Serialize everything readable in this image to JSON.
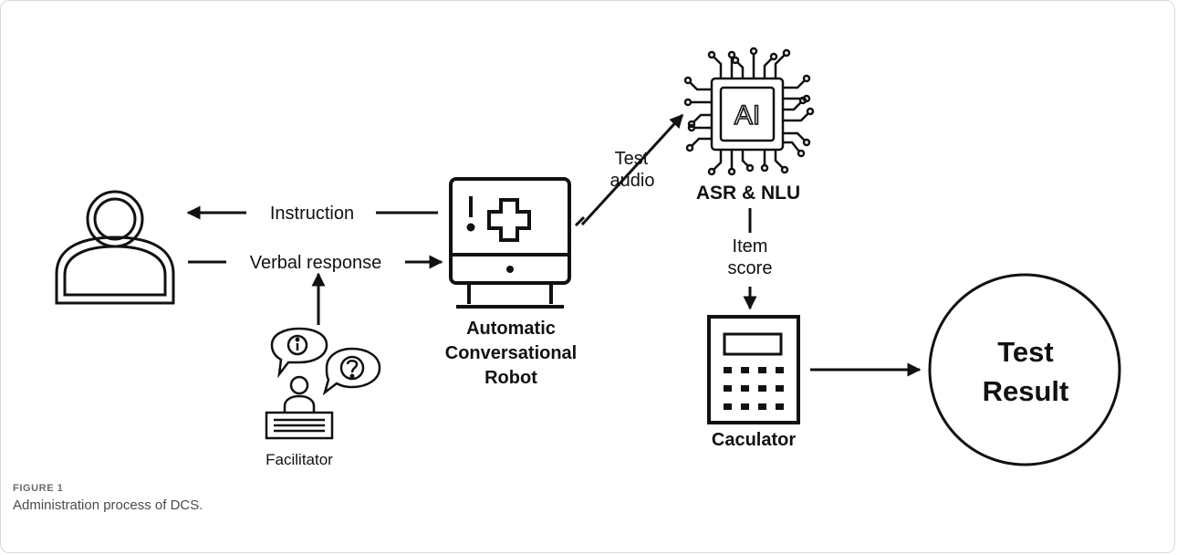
{
  "diagram": {
    "labels": {
      "instruction": "Instruction",
      "verbal_response": "Verbal response",
      "facilitator": "Facilitator",
      "robot_line1": "Automatic",
      "robot_line2": "Conversational",
      "robot_line3": "Robot",
      "test_audio_line1": "Test",
      "test_audio_line2": "audio",
      "ai_chip_text": "AI",
      "asr_nlu": "ASR & NLU",
      "item_score_line1": "Item",
      "item_score_line2": "score",
      "calculator": "Caculator",
      "result_line1": "Test",
      "result_line2": "Result"
    },
    "icons": {
      "person": "person-icon",
      "facilitator": "facilitator-icon",
      "info": "info-icon",
      "question": "question-icon",
      "robot": "monitor-medical-icon",
      "ai_chip": "ai-chip-icon",
      "calculator": "calculator-icon"
    },
    "colors": {
      "ink": "#111111"
    }
  },
  "caption": {
    "label": "FIGURE 1",
    "text": "Administration process of DCS."
  }
}
